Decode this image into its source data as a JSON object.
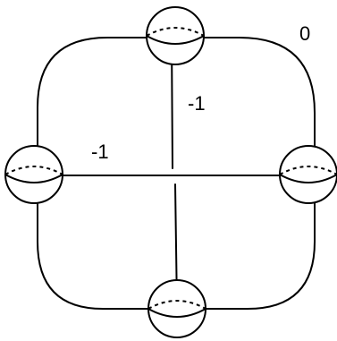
{
  "labels": {
    "outer_curve": "0",
    "vertical_edge": "-1",
    "horizontal_edge": "-1"
  },
  "nodes": [
    {
      "id": "top"
    },
    {
      "id": "left"
    },
    {
      "id": "right"
    },
    {
      "id": "bottom"
    }
  ]
}
